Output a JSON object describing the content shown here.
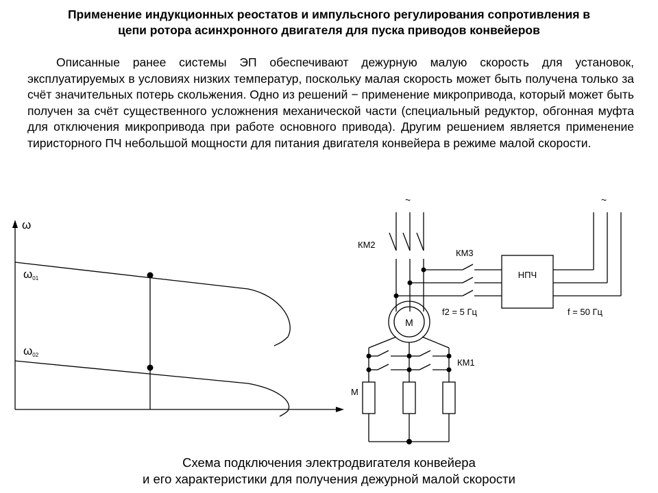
{
  "title": {
    "line1": "Применение индукционных реостатов и импульсного регулирования сопротивления в",
    "line2": "цепи ротора асинхронного двигателя для пуска приводов конвейеров"
  },
  "body_text": "Описанные ранее системы ЭП обеспечивают дежурную малую скорость для установок, эксплуатируемых в условиях низких температур, поскольку малая скорость может быть получена только за счёт значительных потерь скольжения. Одно из решений − применение микропривода, который может быть получен за счёт существенного усложнения механической части (специальный редуктор, обгонная муфта для отключения микропривода при работе основного привода). Другим решением является применение тиристорного ПЧ небольшой мощности для питания двигателя конвейера в режиме малой скорости.",
  "graph": {
    "y_axis_label": "ω",
    "w01_symbol": "ω",
    "w01_sub": "01",
    "w02_symbol": "ω",
    "w02_sub": "02"
  },
  "circuit": {
    "tilde_left": "~",
    "tilde_right": "~",
    "km2": "КМ2",
    "km3": "КМ3",
    "npch": "НПЧ",
    "f2": "f2 = 5 Гц",
    "f": "f = 50 Гц",
    "motor": "М",
    "km1": "КМ1",
    "m_label": "М"
  },
  "caption": {
    "line1": "Схема подключения электродвигателя конвейера",
    "line2": "и его характеристики для получения дежурной малой скорости"
  }
}
